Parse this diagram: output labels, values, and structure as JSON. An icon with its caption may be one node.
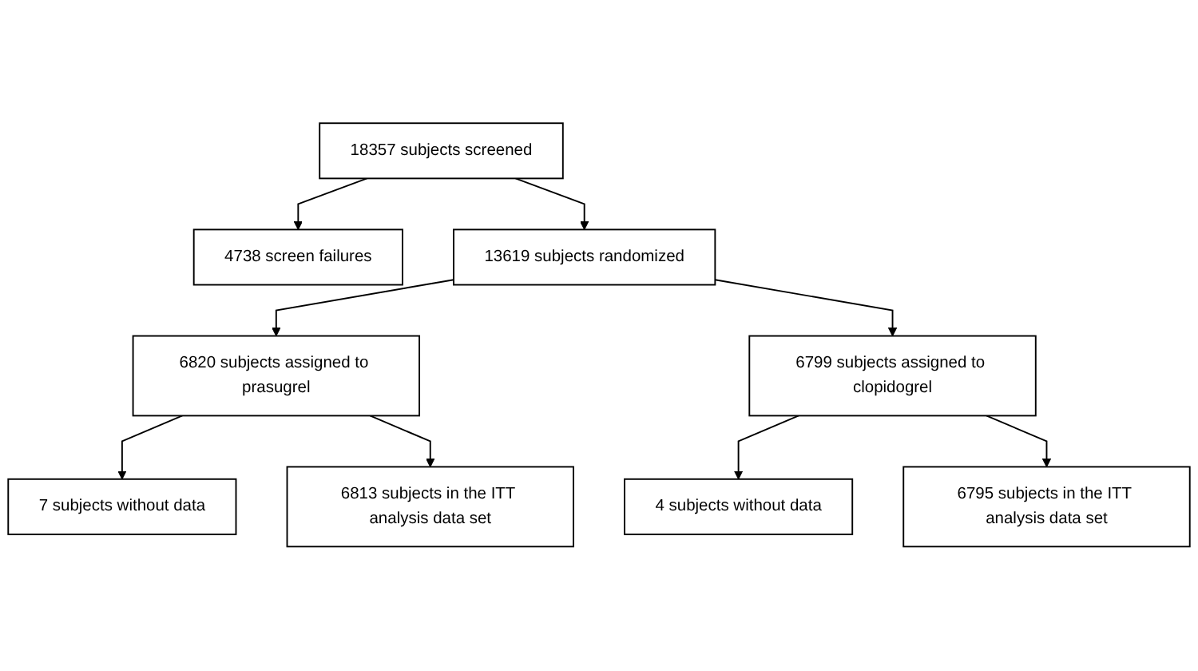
{
  "diagram": {
    "nodes": [
      {
        "text": [
          "18357 subjects screened"
        ]
      },
      {
        "text": [
          "4738 screen failures"
        ]
      },
      {
        "text": [
          "13619 subjects randomized"
        ]
      },
      {
        "text": [
          "6820 subjects assigned to prasugrel"
        ]
      },
      {
        "text": [
          "6799 subjects assigned to clopidogrel"
        ]
      },
      {
        "text": [
          "7 subjects without data"
        ]
      },
      {
        "text": [
          "4 subjects without data"
        ]
      },
      {
        "text": [
          "6813 subjects in the ITT analysis data set"
        ]
      },
      {
        "text": [
          "6795 subjects in the ITT analysis data set"
        ]
      }
    ],
    "edges": [
      {
        "from": 0,
        "to": 2,
        "arrow": "to"
      },
      {
        "from": 0,
        "to": 1,
        "arrow": "to"
      },
      {
        "from": 2,
        "to": 3,
        "arrow": "to"
      },
      {
        "from": 2,
        "to": 4,
        "arrow": "to"
      },
      {
        "from": 3,
        "to": 5,
        "arrow": "to"
      },
      {
        "from": 3,
        "to": 7,
        "arrow": "to"
      },
      {
        "from": 4,
        "to": 6,
        "arrow": "to"
      },
      {
        "from": 4,
        "to": 8,
        "arrow": "to"
      }
    ]
  }
}
